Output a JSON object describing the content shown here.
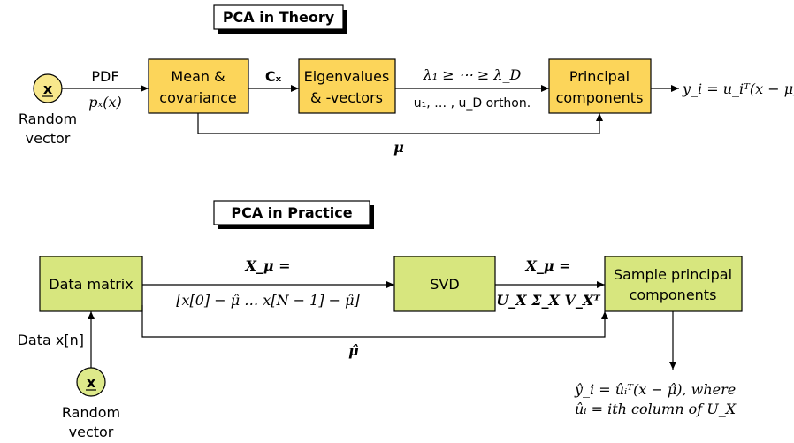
{
  "theory": {
    "title": "PCA in Theory",
    "input_symbol": "x",
    "input_label_line1": "Random",
    "input_label_line2": "vector",
    "pdf_label": "PDF",
    "pdf_expr": "pₓ(x)",
    "box_mean_line1": "Mean &",
    "box_mean_line2": "covariance",
    "cov_symbol": "Cₓ",
    "box_eig_line1": "Eigenvalues",
    "box_eig_line2": "& -vectors",
    "eig_ineq": "λ₁ ≥ ⋯ ≥ λ_D",
    "eig_vectors": "u₁, … , u_D orthon.",
    "box_pc_line1": "Principal",
    "box_pc_line2": "components",
    "output_expr": "y_i = u_iᵀ(x − μ)",
    "feedback_label": "μ"
  },
  "practice": {
    "title": "PCA in Practice",
    "box_data": "Data matrix",
    "xmu_label": "X_μ =",
    "xmu_expr": "⌊x[0] − μ̂   …   x[N − 1] − μ̂⌋",
    "box_svd": "SVD",
    "svd_eq": "X_μ =",
    "svd_expr": "U_X Σ_X V_Xᵀ",
    "box_spc_line1": "Sample principal",
    "box_spc_line2": "components",
    "data_input_label": "Data x[n]",
    "input_symbol": "x",
    "input_label_line1": "Random",
    "input_label_line2": "vector",
    "feedback_label": "μ̂",
    "output_line1": "ŷ_i = ûᵢᵀ(x − μ̂), where",
    "output_line2": "ûᵢ = ith column of U_X"
  },
  "colors": {
    "yellow_box": "#fcd55a",
    "green_box": "#d7e67e",
    "circle_yellow": "#f8e88c",
    "circle_green": "#dde98a",
    "stroke": "#000000"
  }
}
